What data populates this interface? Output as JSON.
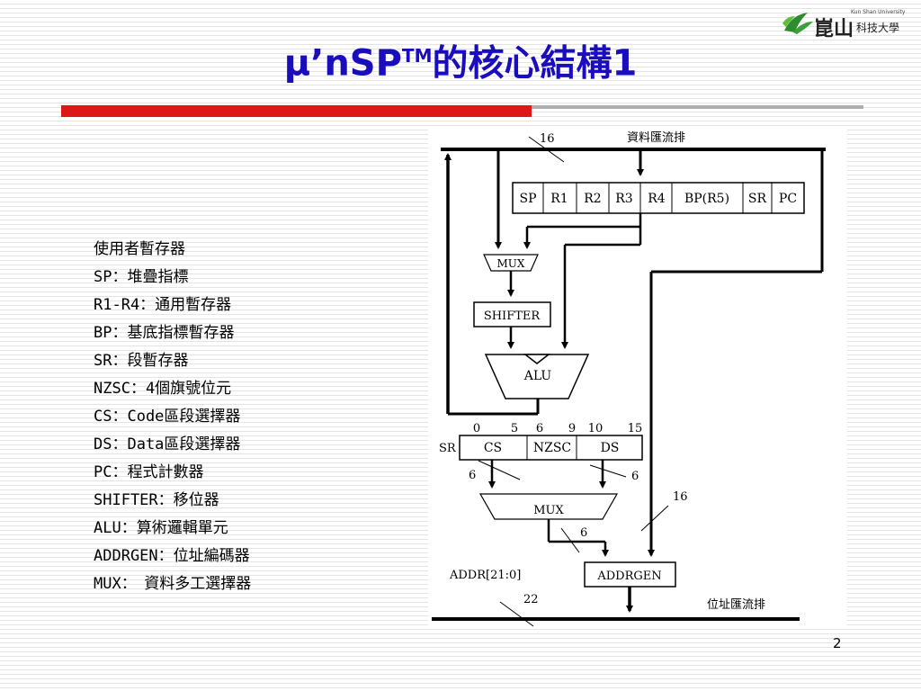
{
  "slide": {
    "title_main": "μ’nSP",
    "title_tm": "TM",
    "title_rest": "的核心結構1",
    "page_number": "2"
  },
  "logo": {
    "name": "崑山",
    "subtitle": "科技大學",
    "caption": "Kun Shan University"
  },
  "legend": [
    "使用者暫存器",
    "SP：堆疊指標",
    "R1-R4：通用暫存器",
    "BP：基底指標暫存器",
    "SR：段暫存器",
    "NZSC：4個旗號位元",
    "CS：Code區段選擇器",
    "DS：Data區段選擇器",
    "PC：程式計數器",
    "SHIFTER：移位器",
    "ALU：算術邏輯單元",
    "ADDRGEN：位址編碼器",
    "MUX：　資料多工選擇器"
  ],
  "diagram": {
    "data_bus_label": "資料匯流排",
    "data_bus_width": "16",
    "registers": [
      "SP",
      "R1",
      "R2",
      "R3",
      "R4",
      "BP(R5)",
      "SR",
      "PC"
    ],
    "mux_top": "MUX",
    "shifter": "SHIFTER",
    "alu": "ALU",
    "sr_label": "SR",
    "sr_bits": [
      "0",
      "5",
      "6",
      "9",
      "10",
      "15"
    ],
    "sr_fields": [
      "CS",
      "NZSC",
      "DS"
    ],
    "width_cs": "6",
    "width_ds": "6",
    "mux_bottom": "MUX",
    "width_mux_out": "6",
    "width_pc_path": "16",
    "addrgen": "ADDRGEN",
    "addr_label": "ADDR[21:0]",
    "addr_width": "22",
    "address_bus_label": "位址匯流排"
  }
}
